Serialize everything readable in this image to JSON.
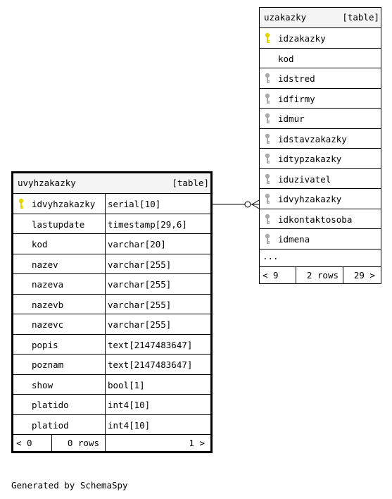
{
  "diagram": {
    "caption": "Generated by SchemaSpy",
    "colors": {
      "primary_key": "#e3d400",
      "foreign_key": "#a9a9a9",
      "header_bg": "#f4f4f4"
    },
    "tables": {
      "uzakazky": {
        "name": "uzakazky",
        "kind": "[table]",
        "columns": [
          {
            "name": "idzakazky",
            "key": "primary-key-icon"
          },
          {
            "name": "kod",
            "key": ""
          },
          {
            "name": "idstred",
            "key": "foreign-key-icon"
          },
          {
            "name": "idfirmy",
            "key": "foreign-key-icon"
          },
          {
            "name": "idmur",
            "key": "foreign-key-icon"
          },
          {
            "name": "idstavzakazky",
            "key": "foreign-key-icon"
          },
          {
            "name": "idtypzakazky",
            "key": "foreign-key-icon"
          },
          {
            "name": "iduzivatel",
            "key": "foreign-key-icon"
          },
          {
            "name": "idvyhzakazky",
            "key": "foreign-key-icon"
          },
          {
            "name": "idkontaktosoba",
            "key": "foreign-key-icon"
          },
          {
            "name": "idmena",
            "key": "foreign-key-icon"
          }
        ],
        "ellipsis": "...",
        "footer": {
          "parents": "< 9",
          "rows": "2 rows",
          "children": "29 >"
        }
      },
      "uvyhzakazky": {
        "name": "uvyhzakazky",
        "kind": "[table]",
        "columns": [
          {
            "name": "idvyhzakazky",
            "type": "serial[10]",
            "key": "primary-key-icon"
          },
          {
            "name": "lastupdate",
            "type": "timestamp[29,6]",
            "key": ""
          },
          {
            "name": "kod",
            "type": "varchar[20]",
            "key": ""
          },
          {
            "name": "nazev",
            "type": "varchar[255]",
            "key": ""
          },
          {
            "name": "nazeva",
            "type": "varchar[255]",
            "key": ""
          },
          {
            "name": "nazevb",
            "type": "varchar[255]",
            "key": ""
          },
          {
            "name": "nazevc",
            "type": "varchar[255]",
            "key": ""
          },
          {
            "name": "popis",
            "type": "text[2147483647]",
            "key": ""
          },
          {
            "name": "poznam",
            "type": "text[2147483647]",
            "key": ""
          },
          {
            "name": "show",
            "type": "bool[1]",
            "key": ""
          },
          {
            "name": "platido",
            "type": "int4[10]",
            "key": ""
          },
          {
            "name": "platiod",
            "type": "int4[10]",
            "key": ""
          }
        ],
        "footer": {
          "parents": "< 0",
          "rows": "0 rows",
          "children": "1 >"
        }
      }
    }
  }
}
